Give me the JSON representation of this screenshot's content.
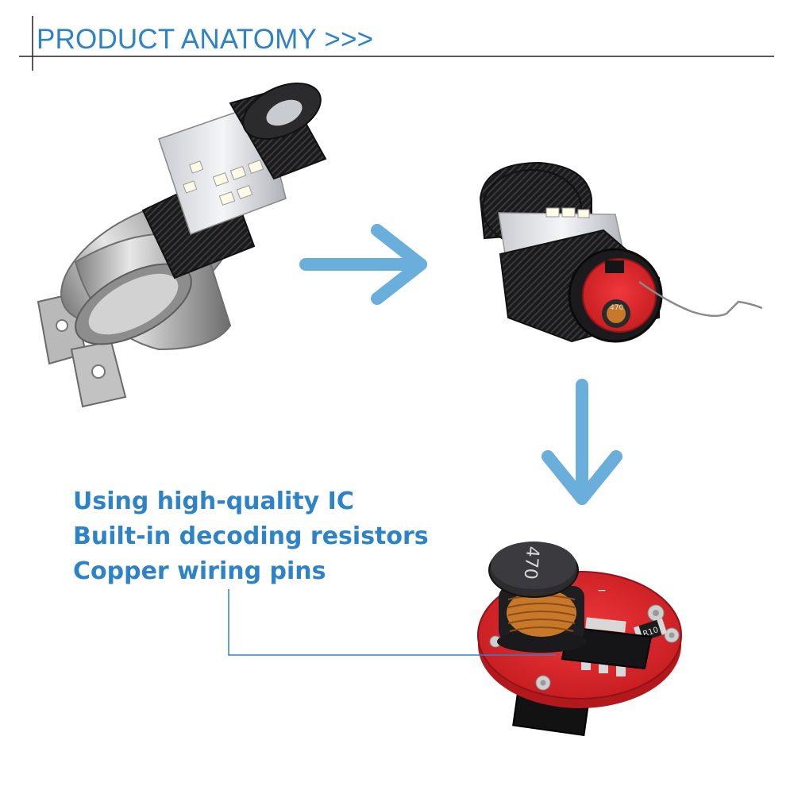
{
  "header": {
    "title": "PRODUCT ANATOMY >>>"
  },
  "features": [
    "Using high-quality IC",
    "Built-in decoding resistors",
    "Copper wiring pins"
  ],
  "board": {
    "inductor_marking": "470",
    "resistor_marking": "R10"
  },
  "colors": {
    "accent": "#2E82C6",
    "arrow": "#6AAEDC",
    "rule": "#222222",
    "pcb": "#E0242A",
    "copper": "#C8782A",
    "metal": "#A8A8A8",
    "black_body": "#1C1C1E"
  },
  "icons": {
    "right_arrow": "right-arrow-icon",
    "down_arrow": "down-arrow-icon"
  }
}
